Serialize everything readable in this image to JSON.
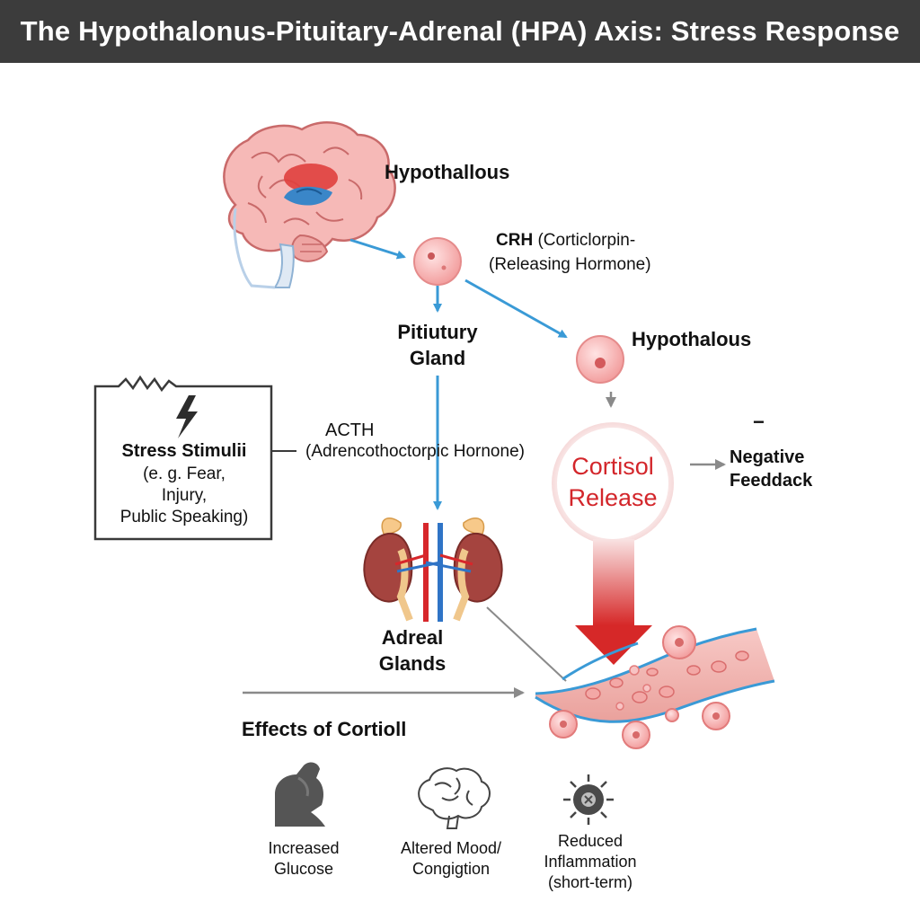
{
  "title": "The Hypothalonus-Pituitary-Adrenal (HPA) Axis: Stress Response",
  "labels": {
    "hypothalamus_top": "Hypothallous",
    "crh_line1_bold": "CRH",
    "crh_line1_rest": " (Corticlorpin-",
    "crh_line2": "(Releasing Hormone)",
    "pituitary_line1": "Pitiutury",
    "pituitary_line2": "Gland",
    "hypothalamus_right": "Hypothalous",
    "acth_title": "ACTH",
    "acth_full": "(Adrencothoctorpic Hornone)",
    "cortisol_line1": "Cortisol",
    "cortisol_line2": "Release",
    "minus_sign": "−",
    "negative_line1": "Negative",
    "negative_line2": "Feeddack",
    "adrenal_line1": "Adreal",
    "adrenal_line2": "Glands",
    "effects_heading": "Effects of Cortioll"
  },
  "stress_box": {
    "line1": "Stress Stimulii",
    "line2": "(e. g. Fear,",
    "line3": "Injury,",
    "line4": "Public Speaking)"
  },
  "effects": [
    {
      "icon": "flexed-arm-icon",
      "line1": "Increased",
      "line2": "Glucose",
      "line3": ""
    },
    {
      "icon": "brain-outline-icon",
      "line1": "Altered Mood/",
      "line2": "Congigtion",
      "line3": ""
    },
    {
      "icon": "immune-cell-icon",
      "line1": "Reduced",
      "line2": "Inflammation",
      "line3": "(short-term)"
    }
  ],
  "colors": {
    "arrow_blue": "#3a9ad6",
    "cortisol_red": "#d3262b",
    "vessel_pink": "#f3b7b4",
    "title_bar": "#3c3c3c"
  }
}
